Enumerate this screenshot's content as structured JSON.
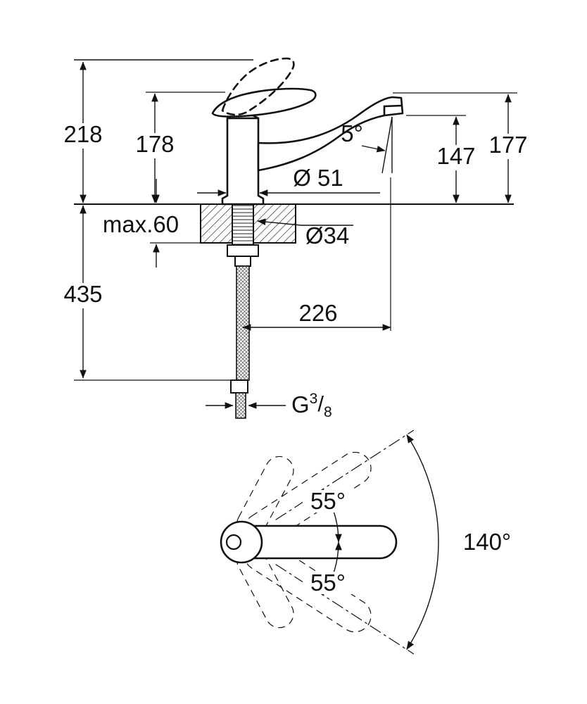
{
  "drawing": {
    "colors": {
      "ink": "#111111",
      "paper": "#ffffff"
    },
    "side_view": {
      "height_total": "218",
      "height_handle": "178",
      "height_spout": "177",
      "height_outlet": "147",
      "spout_angle": "5°",
      "base_diameter": "Ø 51",
      "max_counter_thickness": "max.60",
      "hole_diameter": "Ø34",
      "hose_length": "435",
      "spout_reach": "226",
      "thread": {
        "letter": "G",
        "numerator": "3",
        "slash": "/",
        "denominator": "8"
      }
    },
    "top_view": {
      "swing_upper": "55°",
      "swing_lower": "55°",
      "swing_total": "140°"
    }
  }
}
